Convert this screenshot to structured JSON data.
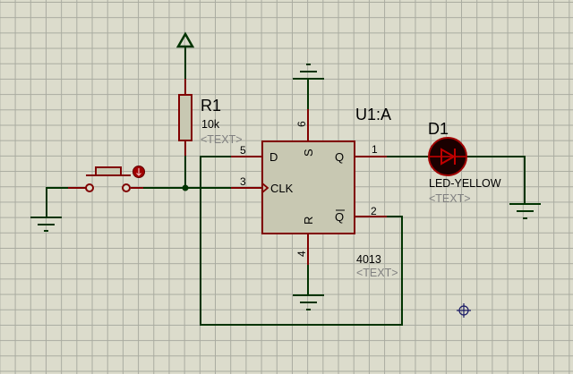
{
  "app": "Proteus ISIS schematic editor",
  "colors": {
    "background": "#dcdccc",
    "grid": "#a9aba0",
    "wire": "#003300",
    "pin": "#800000",
    "body_fill": "#c8c8b2",
    "body_stroke": "#800000",
    "text_placeholder": "#808080",
    "led_fill": "#1a0000",
    "led_stroke": "#a00000",
    "origin_marker": "#1a1a66"
  },
  "components": {
    "r1": {
      "ref": "R1",
      "value": "10k",
      "text": "<TEXT>"
    },
    "u1": {
      "ref": "U1:A",
      "value": "4013",
      "text": "<TEXT>",
      "pins": {
        "d": {
          "name": "D",
          "number": "5"
        },
        "clk": {
          "name": "CLK",
          "number": "3"
        },
        "s": {
          "name": "S",
          "number": "6"
        },
        "r": {
          "name": "R",
          "number": "4"
        },
        "q": {
          "name": "Q",
          "number": "1"
        },
        "qbar": {
          "name": "Q",
          "number": "2"
        }
      }
    },
    "d1": {
      "ref": "D1",
      "value": "LED-YELLOW",
      "text": "<TEXT>"
    },
    "button": {
      "type": "push-button"
    },
    "power": {
      "type": "power-terminal"
    },
    "grounds": [
      "ground-switch",
      "ground-s",
      "ground-r",
      "ground-led"
    ]
  }
}
